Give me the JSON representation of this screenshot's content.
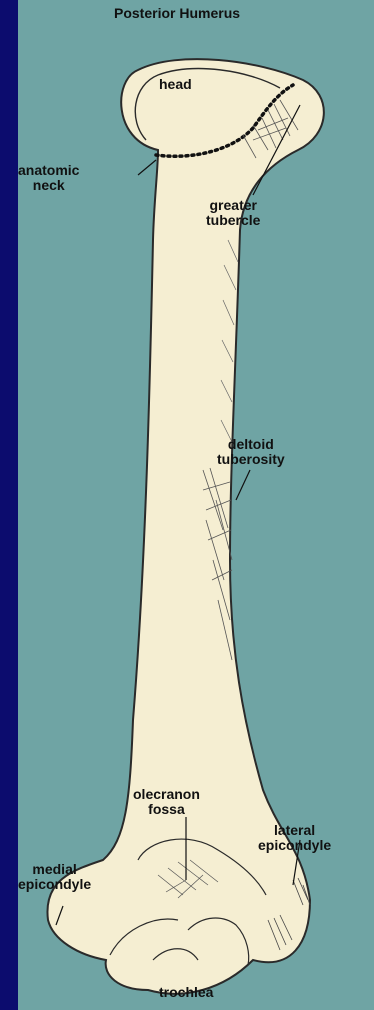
{
  "title": "Posterior Humerus",
  "labels": {
    "head": "head",
    "anatomic_neck_line1": "anatomic",
    "anatomic_neck_line2": "neck",
    "greater_tubercle_line1": "greater",
    "greater_tubercle_line2": "tubercle",
    "deltoid_line1": "deltoid",
    "deltoid_line2": "tuberosity",
    "olecranon_line1": "olecranon",
    "olecranon_line2": "fossa",
    "medial_line1": "medial",
    "medial_line2": "epicondyle",
    "lateral_line1": "lateral",
    "lateral_line2": "epicondyle",
    "trochlea": "trochlea"
  },
  "colors": {
    "page_border": "#0c0c6e",
    "background": "#6fa4a4",
    "bone": "#f5eed2",
    "outline": "#2a2a2a"
  }
}
